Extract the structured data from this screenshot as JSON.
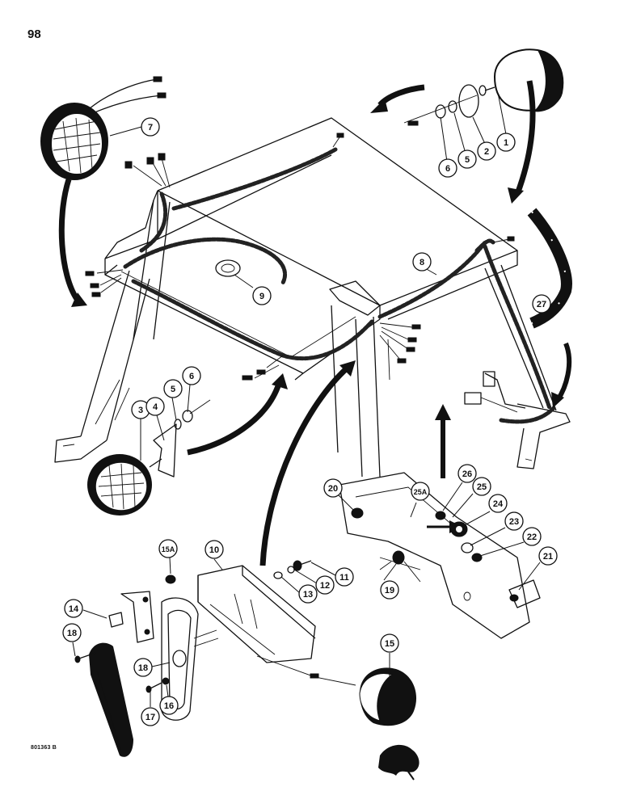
{
  "page": {
    "number": "98",
    "drawing_code": "801363 B"
  },
  "callouts": [
    {
      "id": "c1",
      "label": "1"
    },
    {
      "id": "c2",
      "label": "2"
    },
    {
      "id": "c5a",
      "label": "5"
    },
    {
      "id": "c6a",
      "label": "6"
    },
    {
      "id": "c7",
      "label": "7"
    },
    {
      "id": "c8",
      "label": "8"
    },
    {
      "id": "c9",
      "label": "9"
    },
    {
      "id": "c27",
      "label": "27"
    },
    {
      "id": "c3",
      "label": "3"
    },
    {
      "id": "c4",
      "label": "4"
    },
    {
      "id": "c5b",
      "label": "5"
    },
    {
      "id": "c6b",
      "label": "6"
    },
    {
      "id": "c10",
      "label": "10"
    },
    {
      "id": "c15A",
      "label": "15A"
    },
    {
      "id": "c11",
      "label": "11"
    },
    {
      "id": "c12",
      "label": "12"
    },
    {
      "id": "c13",
      "label": "13"
    },
    {
      "id": "c14",
      "label": "14"
    },
    {
      "id": "c18a",
      "label": "18"
    },
    {
      "id": "c18b",
      "label": "18"
    },
    {
      "id": "c17",
      "label": "17"
    },
    {
      "id": "c16",
      "label": "16"
    },
    {
      "id": "c15",
      "label": "15"
    },
    {
      "id": "c20",
      "label": "20"
    },
    {
      "id": "c25A",
      "label": "25A"
    },
    {
      "id": "c26",
      "label": "26"
    },
    {
      "id": "c25",
      "label": "25"
    },
    {
      "id": "c24",
      "label": "24"
    },
    {
      "id": "c23",
      "label": "23"
    },
    {
      "id": "c22",
      "label": "22"
    },
    {
      "id": "c21",
      "label": "21"
    },
    {
      "id": "c19",
      "label": "19"
    }
  ]
}
